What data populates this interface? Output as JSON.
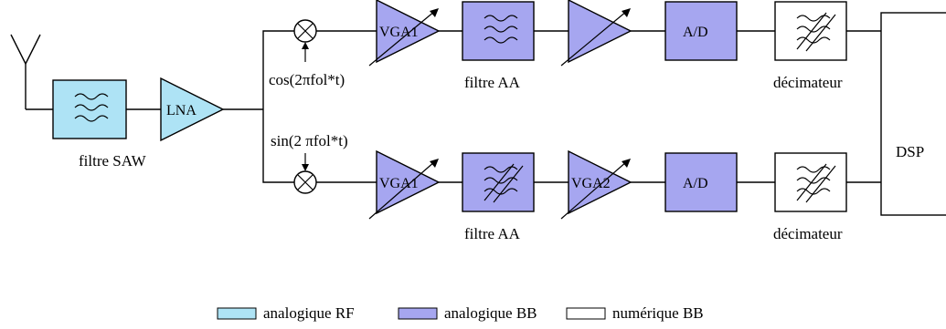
{
  "colors": {
    "analog_rf": "#aee3f5",
    "analog_bb": "#a6a6f0",
    "digital_bb": "#ffffff",
    "stroke": "#000000"
  },
  "labels": {
    "filtre_saw": "filtre SAW",
    "lna": "LNA",
    "cos": "cos(2πfol*t)",
    "sin": "sin(2 πfol*t)",
    "vga1_top": "VGA1",
    "vga1_bottom": "VGA1",
    "vga2": "VGA2",
    "filtre_aa_top": "filtre AA",
    "filtre_aa_bottom": "filtre AA",
    "ad_top": "A/D",
    "ad_bottom": "A/D",
    "decimateur_top": "décimateur",
    "decimateur_bottom": "décimateur",
    "dsp": "DSP"
  },
  "legend": [
    {
      "label": "analogique RF",
      "color": "#aee3f5"
    },
    {
      "label": "analogique BB",
      "color": "#a6a6f0"
    },
    {
      "label": "numérique BB",
      "color": "#ffffff"
    }
  ]
}
